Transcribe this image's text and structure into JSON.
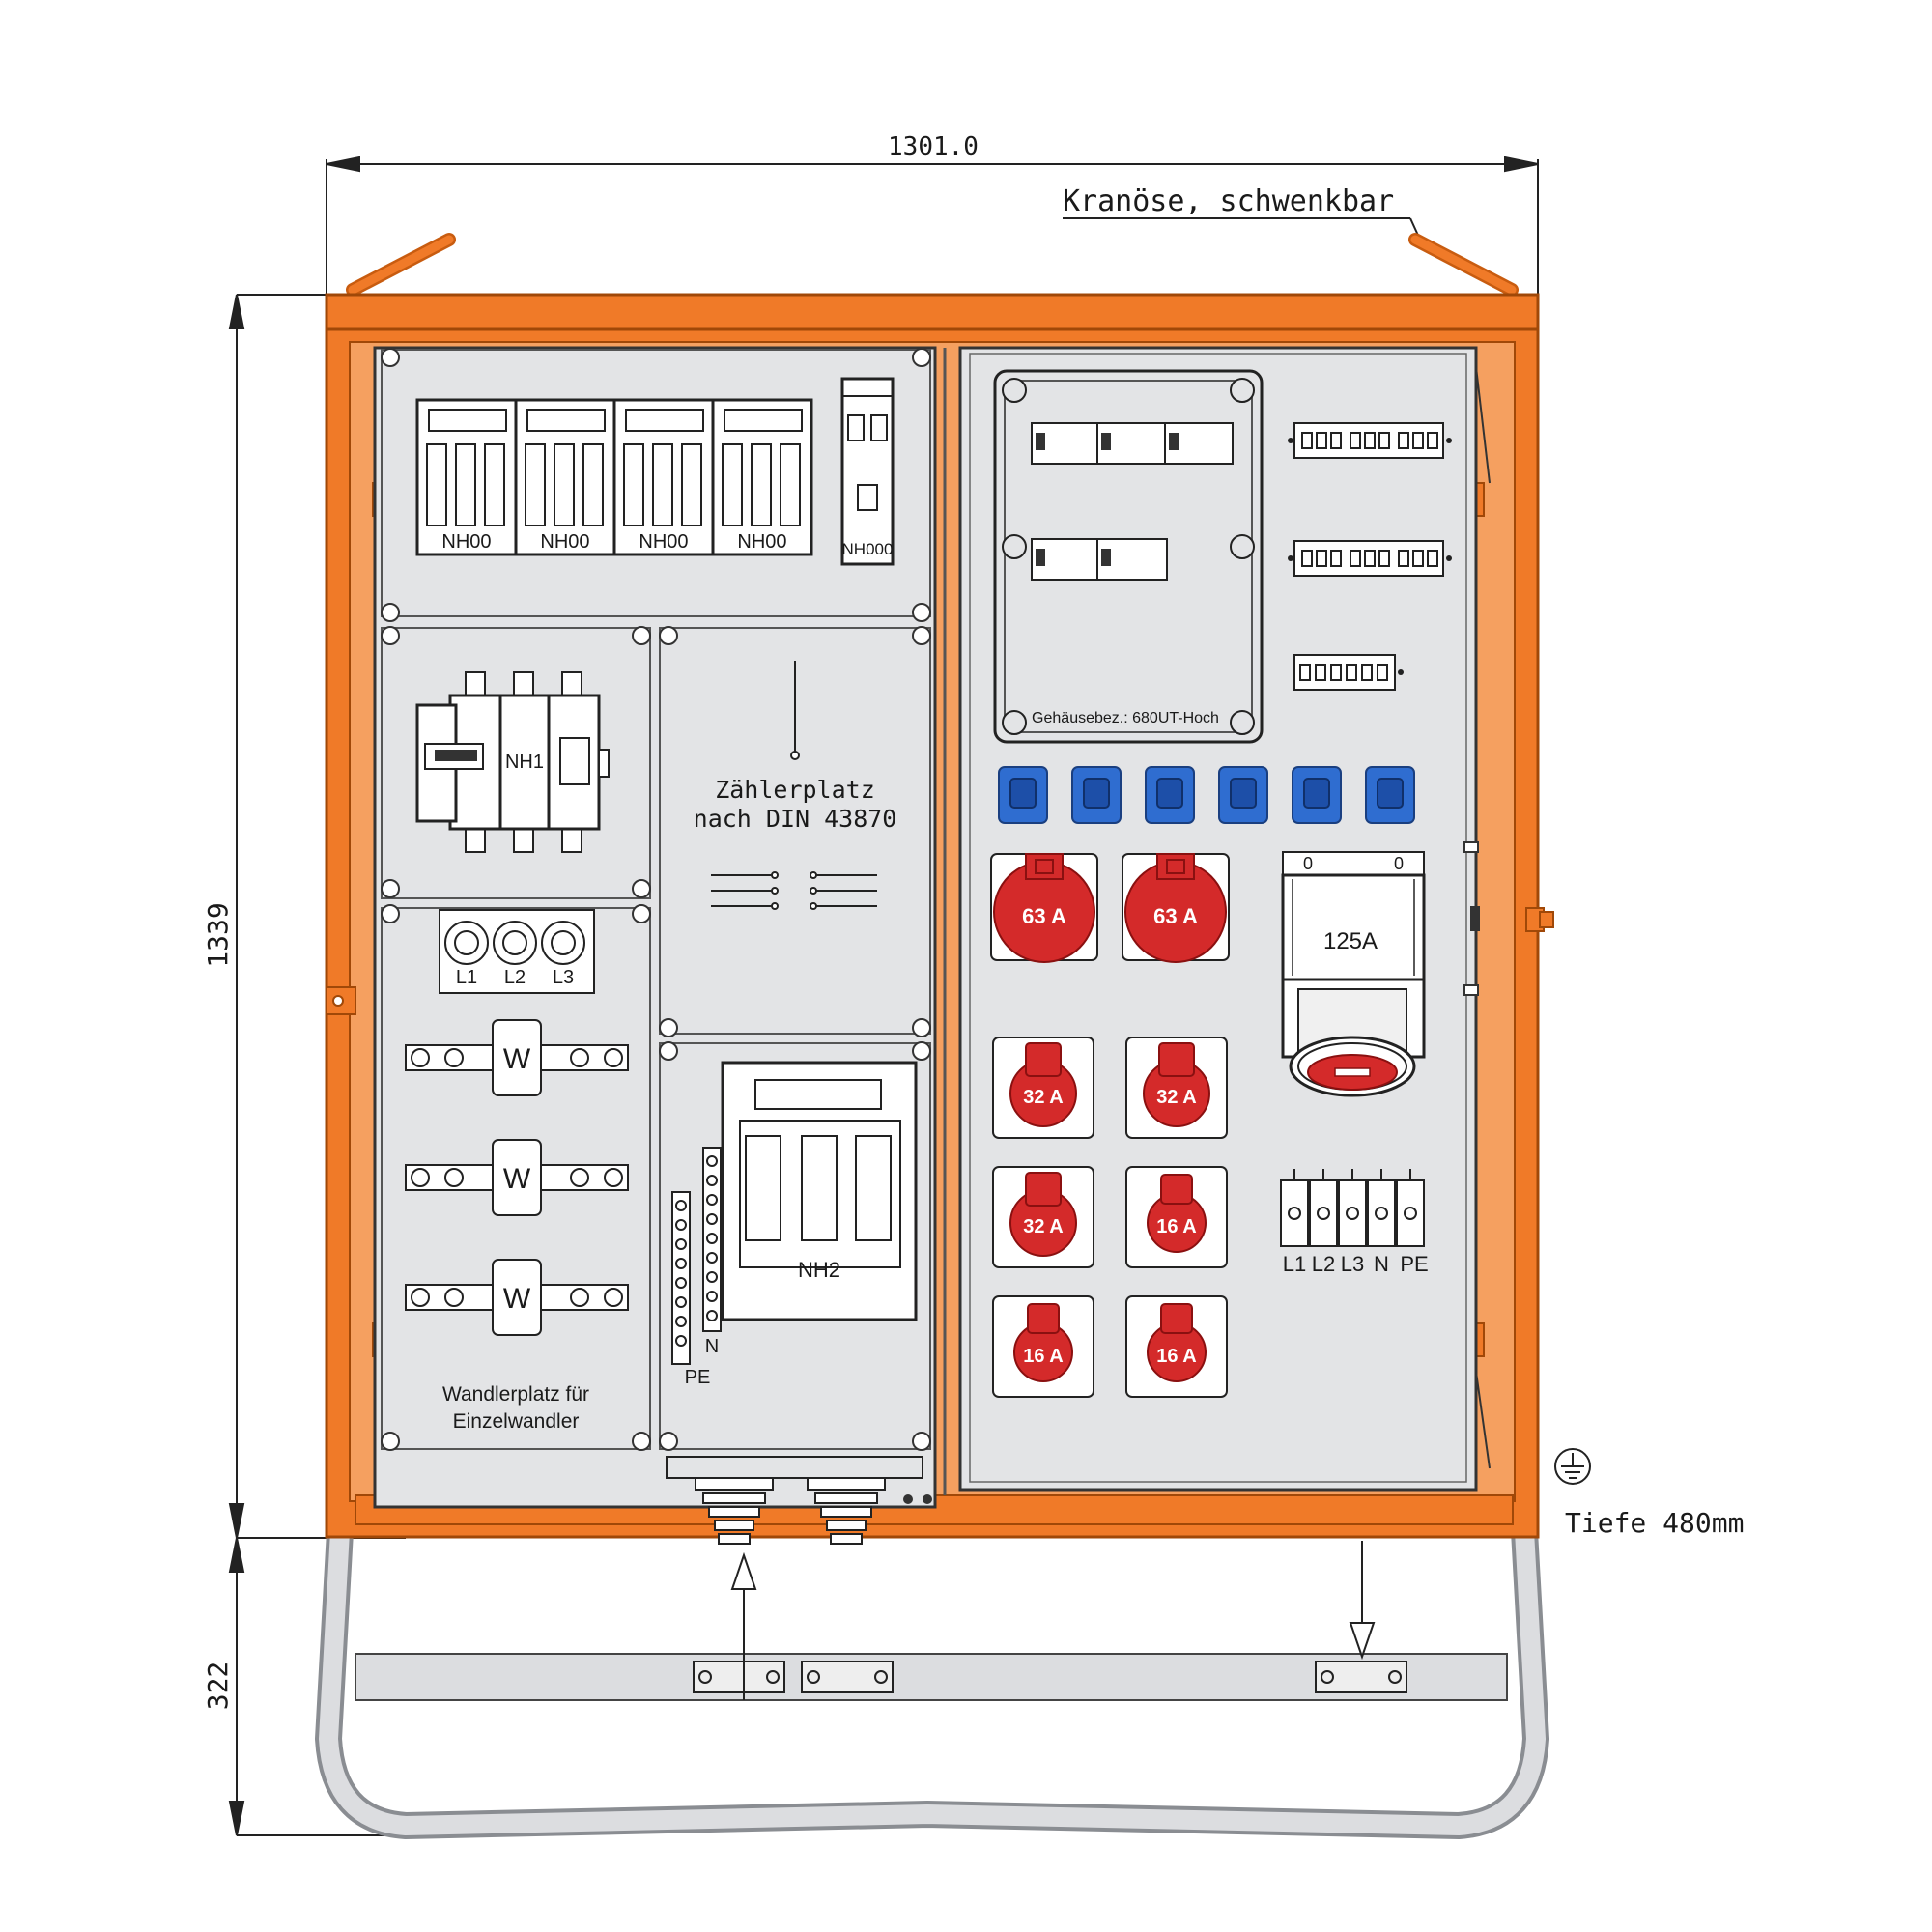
{
  "dimensions": {
    "width": "1301.0",
    "height": "1339",
    "base_height": "322",
    "depth": "Tiefe 480mm"
  },
  "annotations": {
    "crane_eye": "Kranöse, schwenkbar",
    "meter_place_line1": "Zählerplatz",
    "meter_place_line2": "nach DIN 43870",
    "transformer_place_line1": "Wandlerplatz für",
    "transformer_place_line2": "Einzelwandler",
    "housing_label": "Gehäusebez.: 680UT-Hoch"
  },
  "fuses": {
    "nh00": [
      "NH00",
      "NH00",
      "NH00",
      "NH00"
    ],
    "nh000": "NH000",
    "nh1": "NH1",
    "nh2": "NH2"
  },
  "phases": [
    "L1",
    "L2",
    "L3"
  ],
  "terminal_labels": [
    "L1",
    "L2",
    "L3",
    "N",
    "PE"
  ],
  "bus_labels": {
    "n": "N",
    "pe": "PE"
  },
  "transformer_mark": "W",
  "sockets": {
    "cee_63": [
      "63 A",
      "63 A"
    ],
    "cee_32": [
      "32 A",
      "32 A",
      "32 A"
    ],
    "cee_16": [
      "16 A",
      "16 A",
      "16 A"
    ],
    "cee_125": "125A",
    "schuko_count": 6
  },
  "switch_marks": [
    "0",
    "0"
  ],
  "colors": {
    "housing": "#f07a28",
    "housing_dark": "#c85c10",
    "panel": "#e3e4e6",
    "cee_red": "#d42a2a",
    "schuko_blue": "#2f6dd0"
  }
}
